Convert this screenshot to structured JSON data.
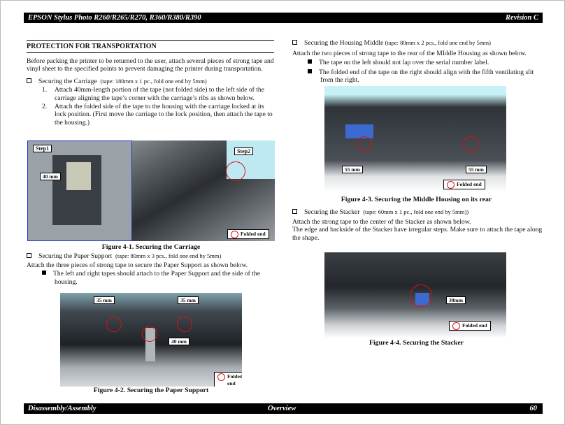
{
  "header": {
    "title": "EPSON Stylus Photo R260/R265/R270, R360/R380/R390",
    "revision": "Revision C"
  },
  "footer": {
    "left": "Disassembly/Assembly",
    "center": "Overview",
    "page": "60"
  },
  "left": {
    "heading": "PROTECTION FOR TRANSPORTATION",
    "intro": "Before packing the printer to be returned to the user, attach several pieces of strong tape and vinyl sheet to the specified points to prevent damaging the printer during transportation.",
    "carriage": {
      "title": "Securing the Carriage",
      "spec": "(tape: 180mm x 1 pc., fold one end by 5mm)",
      "steps": [
        {
          "n": "1.",
          "text": "Attach 40mm-length portion of the tape (not folded side) to the left side of the carriage aligning the tape’s corner with the carriage’s ribs as shown below."
        },
        {
          "n": "2.",
          "text": "Attach the folded side of the tape to the housing with the carriage locked at its lock position. (First move the carriage to the lock position, then attach the tape to the housing.)"
        }
      ]
    },
    "fig1": {
      "step1": "Step1",
      "step2": "Step2",
      "dim": "40 mm",
      "folded": "Folded end",
      "caption": "Figure 4-1.  Securing the Carriage"
    },
    "support": {
      "title": "Securing the Paper Support",
      "spec": "(tape: 80mm x 3 pcs., fold one end by 5mm)",
      "text": "Attach the three pieces of strong tape to secure the Paper Support as shown below.",
      "bullet": "The left and right tapes should attach to the Paper Support and the side of the housing."
    },
    "fig2": {
      "dim_left": "35 mm",
      "dim_right": "35 mm",
      "dim_center": "40 mm",
      "folded": "Folded end",
      "caption": "Figure 4-2.  Securing the Paper Support"
    }
  },
  "right": {
    "housing": {
      "title": "Securing the Housing Middle",
      "spec": "(tape: 80mm x 2 pcs., fold one end by 5mm)",
      "text": "Attach the two pieces of strong tape to the rear of the MIddle Housing as shown below.",
      "bullets": [
        "The tape on the left should not lap over the serial number label.",
        "The folded end of the tape on the right should align with the fifth ventilating slit from the right."
      ]
    },
    "fig3": {
      "dim_left": "55 mm",
      "dim_right": "55 mm",
      "folded": "Folded end",
      "caption": "Figure 4-3.  Securing the Middle Housing on its rear"
    },
    "stacker": {
      "title": "Securing the Stacker",
      "spec": "(tape: 60mm x 1 pc., fold one end by 5mm))",
      "text1": "Attach the strong tape to the center of the Stacker as shown below.",
      "text2": "The edge and backside of the Stacker have irregular steps. Make sure to attach the tape along the shape."
    },
    "fig4": {
      "dim": "30mm",
      "folded": "Folded end",
      "caption": "Figure 4-4.  Securing the Stacker"
    }
  }
}
